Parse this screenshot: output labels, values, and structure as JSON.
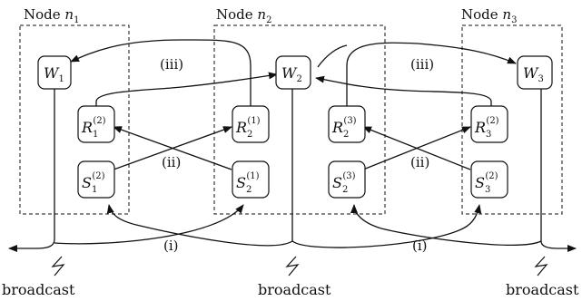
{
  "diagram": {
    "nodes": [
      {
        "label": "Node",
        "sub": "1"
      },
      {
        "label": "Node",
        "sub": "2"
      },
      {
        "label": "Node",
        "sub": "3"
      }
    ],
    "boxes": [
      {
        "id": "W1",
        "var": "W",
        "sub": "1",
        "sup": ""
      },
      {
        "id": "W2",
        "var": "W",
        "sub": "2",
        "sup": ""
      },
      {
        "id": "W3",
        "var": "W",
        "sub": "3",
        "sup": ""
      },
      {
        "id": "R12",
        "var": "R",
        "sub": "1",
        "sup": "(2)"
      },
      {
        "id": "R21",
        "var": "R",
        "sub": "2",
        "sup": "(1)"
      },
      {
        "id": "R23",
        "var": "R",
        "sub": "2",
        "sup": "(3)"
      },
      {
        "id": "R32",
        "var": "R",
        "sub": "3",
        "sup": "(2)"
      },
      {
        "id": "S12",
        "var": "S",
        "sub": "1",
        "sup": "(2)"
      },
      {
        "id": "S21",
        "var": "S",
        "sub": "2",
        "sup": "(1)"
      },
      {
        "id": "S23",
        "var": "S",
        "sub": "2",
        "sup": "(3)"
      },
      {
        "id": "S32",
        "var": "S",
        "sub": "3",
        "sup": "(2)"
      }
    ],
    "phase_labels": {
      "i": "(i)",
      "ii": "(ii)",
      "iii": "(iii)"
    },
    "broadcast_label": "broadcast"
  }
}
